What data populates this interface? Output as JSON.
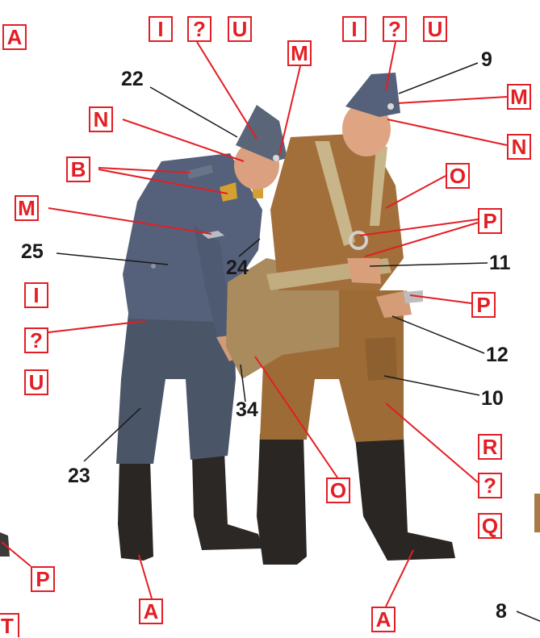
{
  "colors": {
    "marker_red": "#e31e24",
    "number_black": "#1a1a1a",
    "uniform_blue_grey": "#4e5a6c",
    "flight_suit_brown": "#9a6a34",
    "boot_black": "#2a2624",
    "skin": "#d9a07c"
  },
  "callouts": {
    "A_topleft": "A",
    "I_left_cap": "I",
    "q_left_cap": "?",
    "U_left_cap": "U",
    "M_left_cap": "M",
    "I_right_cap": "I",
    "q_right_cap": "?",
    "U_right_cap": "U",
    "M_right_cap": "M",
    "N_left_collar": "N",
    "N_right_face": "N",
    "B_shoulder": "B",
    "M_eagle": "M",
    "I_trousers": "I",
    "q_trousers": "?",
    "U_trousers": "U",
    "O_harness": "O",
    "P_buckle": "P",
    "P_hand": "P",
    "R_suit": "R",
    "q_suit": "?",
    "Q_suit": "Q",
    "O_bag": "O",
    "P_bottomleft": "P",
    "A_left_boot": "A",
    "A_right_boot": "A",
    "T_partial": "T"
  },
  "numbers": {
    "n22": "22",
    "n9": "9",
    "n25": "25",
    "n24": "24",
    "n11": "11",
    "n12": "12",
    "n10": "10",
    "n34": "34",
    "n23": "23",
    "n8": "8"
  }
}
